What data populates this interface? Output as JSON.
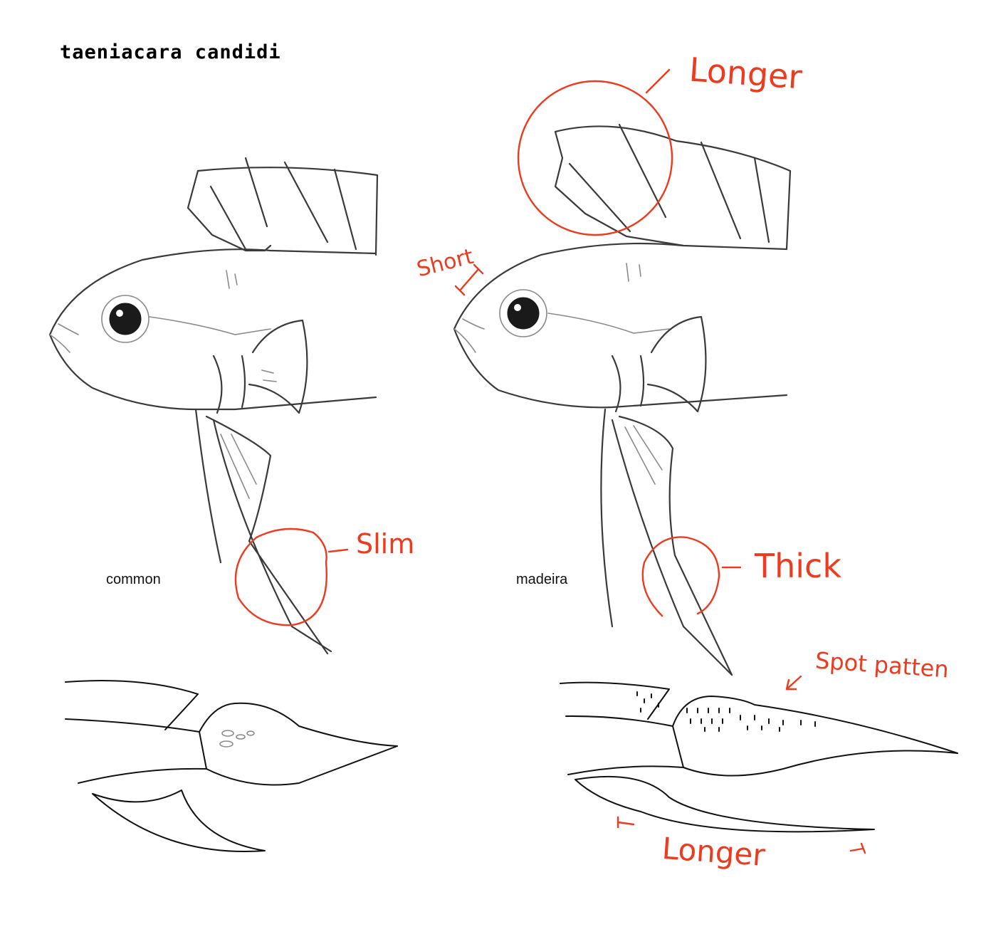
{
  "title": "taeniacara candidi",
  "captions": {
    "left": "common",
    "right": "madeira"
  },
  "annotations": {
    "longer_top": "Longer",
    "short": "Short",
    "slim": "Slim",
    "thick": "Thick",
    "spot_pattern": "Spot patten",
    "longer_bottom": "Longer"
  },
  "colors": {
    "annotation": "#ee3a1f",
    "pencil": "#3a3a3a",
    "ink": "#111111"
  }
}
